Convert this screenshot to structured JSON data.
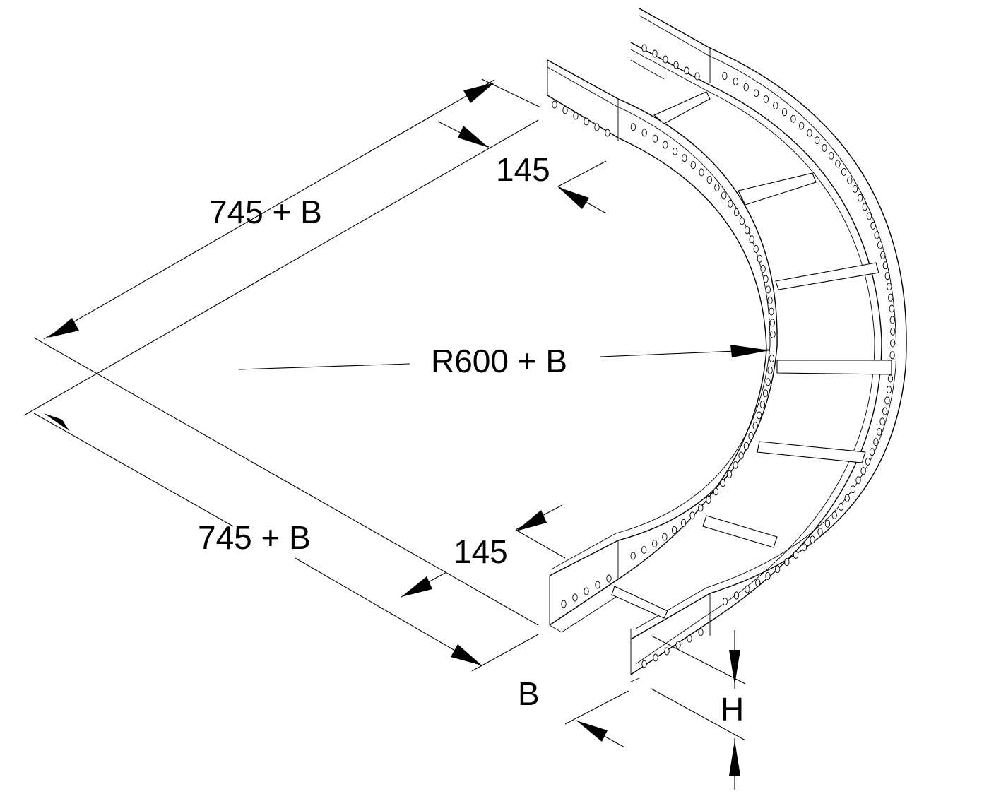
{
  "labels": {
    "top_length": "745 + B",
    "bottom_length": "745 + B",
    "top_straight": "145",
    "bottom_straight": "145",
    "radius": "R600 + B",
    "width": "B",
    "height": "H"
  }
}
